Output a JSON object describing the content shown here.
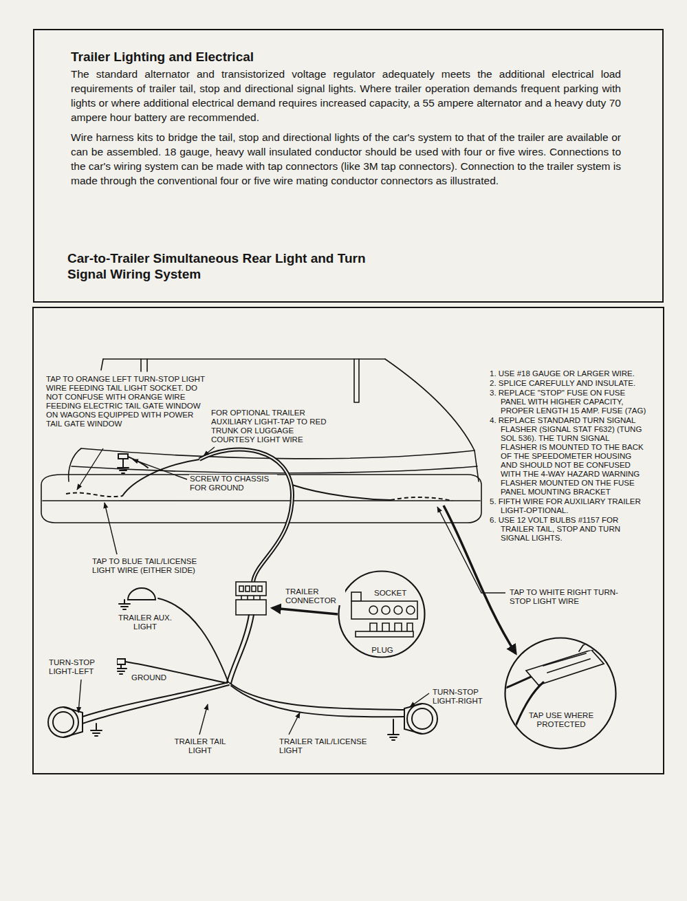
{
  "diagram": {
    "title": "Trailer Lighting and Electrical",
    "nodes": [
      {
        "text": [
          "The standard alternator and transistorized voltage regulator adequately meets the additional electrical load requirements of trailer tail, stop and directional signal lights. Where trailer operation demands frequent parking with lights or where additional electrical demand requires increased capacity, a 55 ampere alternator and a heavy duty 70 ampere hour battery are recommended.",
          "Wire harness kits to bridge the tail, stop and directional lights of the car's system to that of the trailer are available or can be assembled. 18 gauge, heavy wall insulated conductor should be used with four or five wires. Connections to the car's wiring system can be made with tap connectors (like 3M tap connectors). Connection to the trailer system is made through the conventional four or five wire mating conductor connectors as illustrated.",
          "Car-to-Trailer Simultaneous Rear Light and Turn Signal Wiring System"
        ]
      },
      {
        "text": [
          "SOCKET",
          "PLUG"
        ]
      },
      {
        "text": [
          "TAP USE WHERE PROTECTED"
        ]
      }
    ],
    "labels": [
      "TAP TO ORANGE LEFT TURN-STOP LIGHT WIRE FEEDING TAIL LIGHT SOCKET. DO NOT CONFUSE WITH ORANGE WIRE FEEDING ELECTRIC TAIL GATE WINDOW ON WAGONS EQUIPPED WITH POWER TAIL GATE WINDOW",
      "1. USE #18 GAUGE OR LARGER WIRE.",
      "2. SPLICE CAREFULLY AND INSULATE.",
      "3. REPLACE \"STOP\" FUSE ON FUSE PANEL WITH HIGHER CAPACITY, PROPER LENGTH 15 AMP. FUSE (7AG)",
      "4. REPLACE STANDARD TURN SIGNAL FLASHER (SIGNAL STAT F632) (TUNG SOL 536). THE TURN SIGNAL FLASHER IS MOUNTED TO THE BACK OF THE SPEEDOMETER HOUSING AND SHOULD NOT BE CONFUSED WITH THE 4-WAY HAZARD WARNING FLASHER MOUNTED ON THE FUSE PANEL MOUNTING BRACKET",
      "5. FIFTH WIRE FOR AUXILIARY TRAILER LIGHT-OPTIONAL.",
      "6. USE 12 VOLT BULBS #1157 FOR TRAILER TAIL, STOP AND TURN SIGNAL LIGHTS.",
      "FOR OPTIONAL TRAILER AUXILIARY LIGHT-TAP TO RED TRUNK OR LUGGAGE COURTESY LIGHT WIRE",
      "SCREW TO CHASSIS FOR GROUND",
      "TAP TO BLUE TAIL/LICENSE LIGHT WIRE (EITHER SIDE)",
      "TRAILER AUX. LIGHT",
      "TRAILER CONNECTOR",
      "TAP TO WHITE RIGHT TURN-STOP LIGHT WIRE",
      "TURN-STOP LIGHT-LEFT",
      "GROUND",
      "TRAILER TAIL LIGHT",
      "TRAILER TAIL/LICENSE LIGHT",
      "TURN-STOP LIGHT-RIGHT"
    ]
  }
}
